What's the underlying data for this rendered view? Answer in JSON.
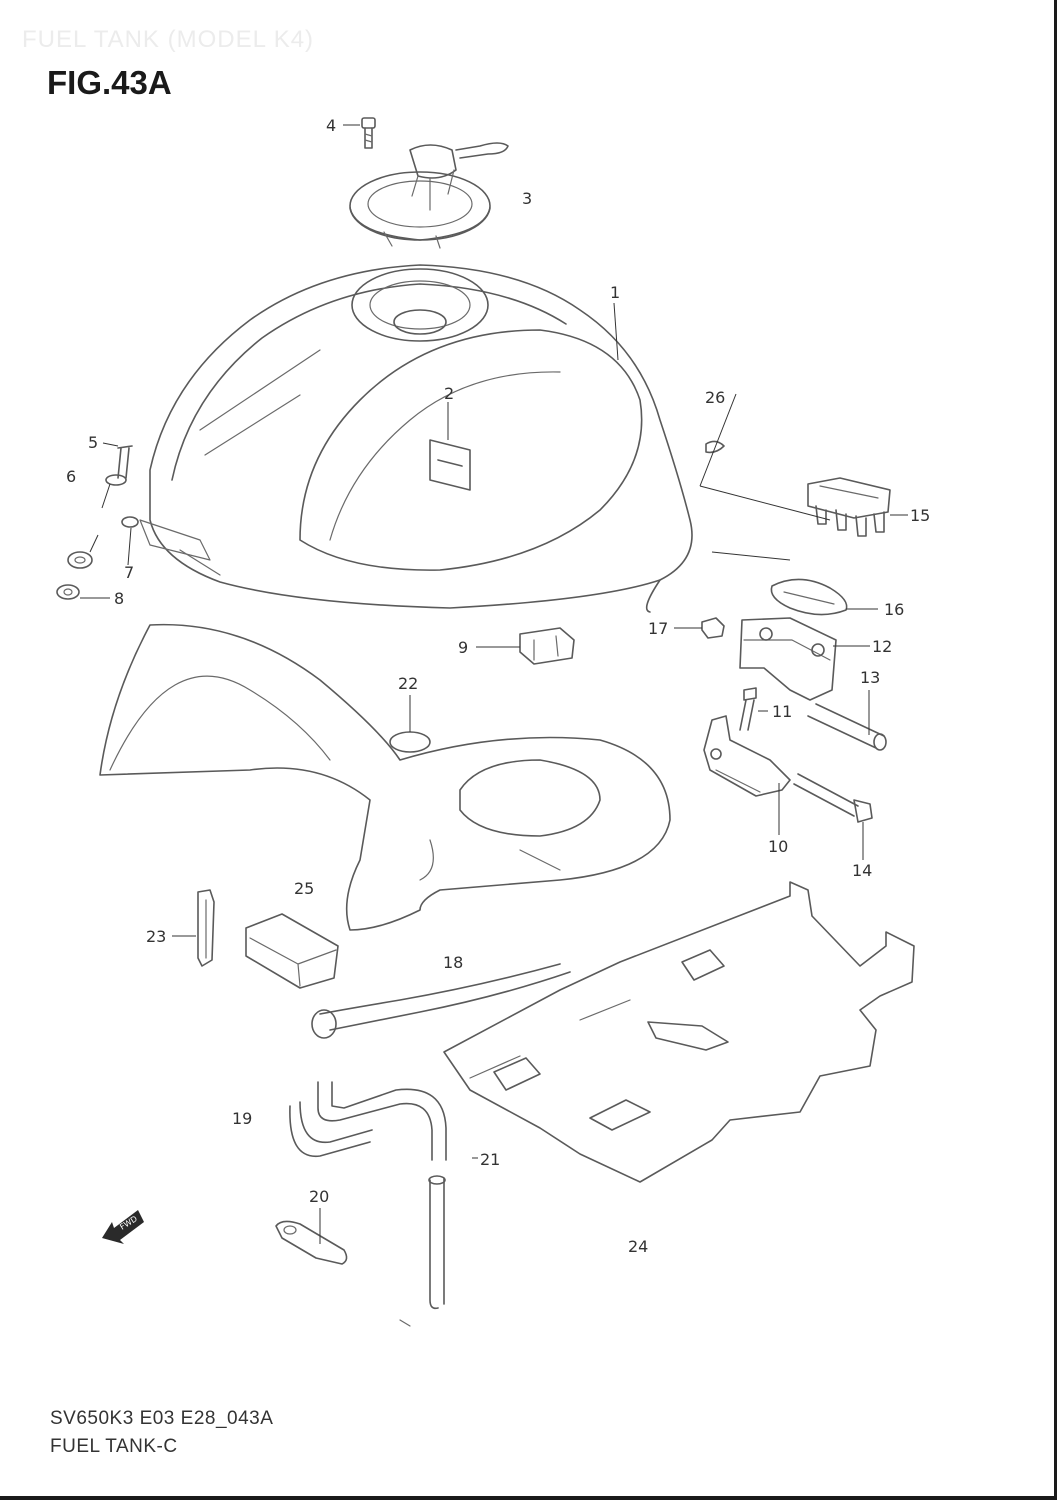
{
  "header": {
    "faded_title": "FUEL TANK (MODEL K4)",
    "figure_title": "FIG.43A"
  },
  "footer": {
    "drawing_code": "SV650K3 E03 E28_043A",
    "drawing_name": "FUEL TANK-C"
  },
  "fwd_badge": {
    "label": "FWD"
  },
  "callouts": [
    {
      "id": "c1",
      "label": "1"
    },
    {
      "id": "c2",
      "label": "2"
    },
    {
      "id": "c3",
      "label": "3"
    },
    {
      "id": "c4",
      "label": "4"
    },
    {
      "id": "c5",
      "label": "5"
    },
    {
      "id": "c6",
      "label": "6"
    },
    {
      "id": "c7",
      "label": "7"
    },
    {
      "id": "c8",
      "label": "8"
    },
    {
      "id": "c9",
      "label": "9"
    },
    {
      "id": "c10",
      "label": "10"
    },
    {
      "id": "c11",
      "label": "11"
    },
    {
      "id": "c12",
      "label": "12"
    },
    {
      "id": "c13",
      "label": "13"
    },
    {
      "id": "c14",
      "label": "14"
    },
    {
      "id": "c15",
      "label": "15"
    },
    {
      "id": "c16",
      "label": "16"
    },
    {
      "id": "c17",
      "label": "17"
    },
    {
      "id": "c18",
      "label": "18"
    },
    {
      "id": "c19",
      "label": "19"
    },
    {
      "id": "c20",
      "label": "20"
    },
    {
      "id": "c21",
      "label": "21"
    },
    {
      "id": "c22",
      "label": "22"
    },
    {
      "id": "c23",
      "label": "23"
    },
    {
      "id": "c24",
      "label": "24"
    },
    {
      "id": "c25",
      "label": "25"
    },
    {
      "id": "c26",
      "label": "26"
    }
  ]
}
